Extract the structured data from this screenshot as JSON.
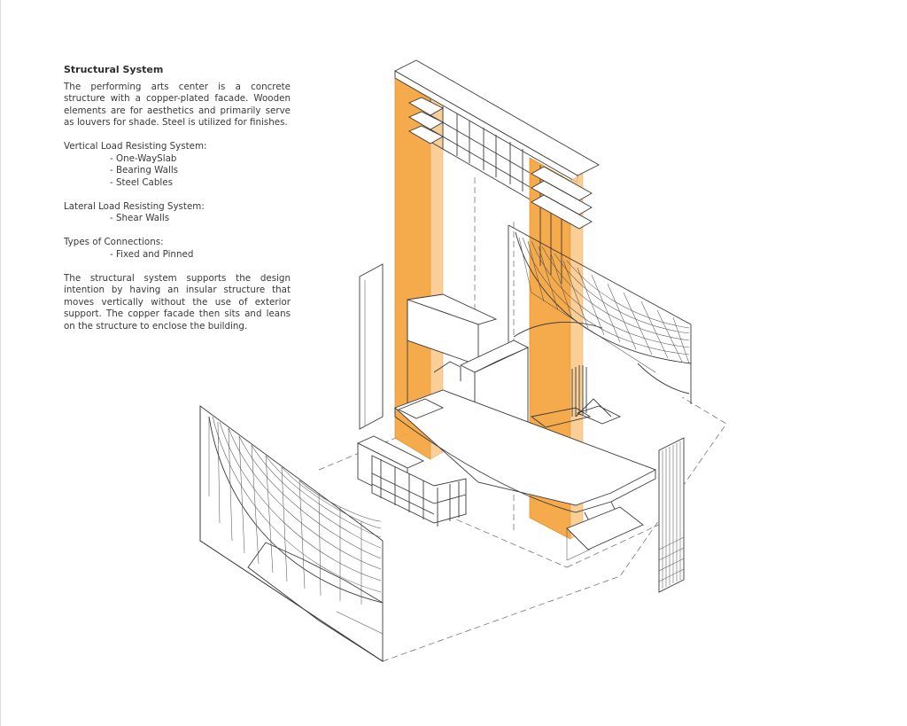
{
  "panel": {
    "title": "Structural System",
    "intro": "The performing arts center is a concrete structure with a copper-plated facade. Wooden elements are for aesthetics and primarily serve as louvers for shade. Steel is utilized for finishes.",
    "vertical_heading": "Vertical Load Resisting System:",
    "vertical_items": [
      "- One-WaySlab",
      "- Bearing Walls",
      "- Steel Cables"
    ],
    "lateral_heading": "Lateral Load Resisting System:",
    "lateral_items": [
      "- Shear Walls"
    ],
    "connections_heading": "Types of Connections:",
    "connections_items": [
      "- Fixed and Pinned"
    ],
    "closing": "The structural system supports the design intention by having an insular structure that moves vertically without the use of exterior support. The copper facade then sits and leans on the structure to enclose the building."
  },
  "colors": {
    "core": "#f5a33c",
    "linework": "#3b3b3b"
  }
}
